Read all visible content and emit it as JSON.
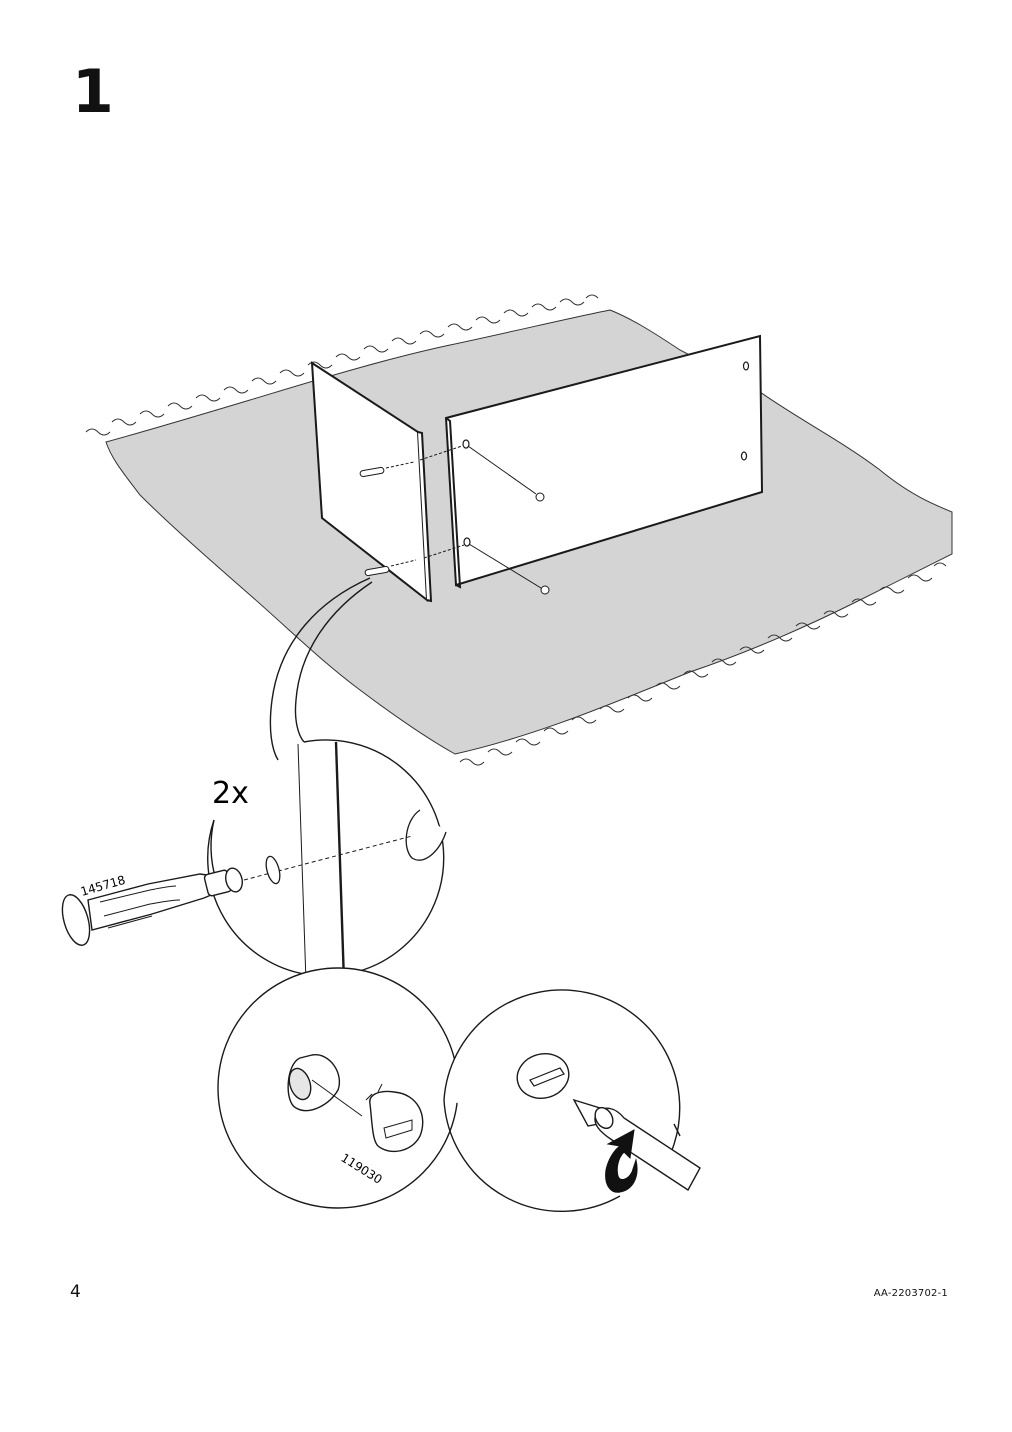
{
  "step": {
    "number": "1"
  },
  "callouts": {
    "quantity": "2x",
    "dowel_part": "145718",
    "cam_part": "119030"
  },
  "footer": {
    "page_number": "4",
    "doc_code": "AA-2203702-1"
  },
  "illustration": {
    "rug_color": "#d4d4d4",
    "line_color": "#1a1a1a"
  }
}
